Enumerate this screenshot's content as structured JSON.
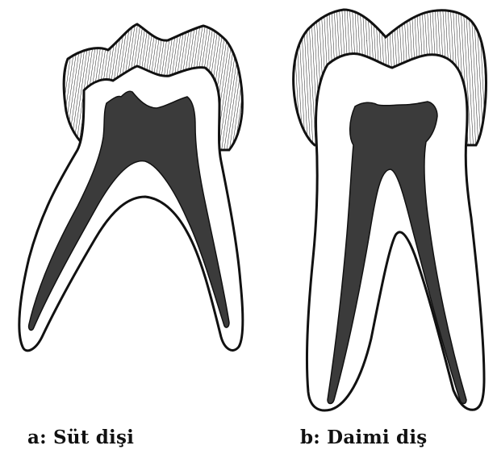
{
  "colors": {
    "background": "#ffffff",
    "outline": "#111111",
    "pulp": "#3b3b3b",
    "enamel_hatch": "#222222",
    "dentin": "#ffffff"
  },
  "figures": [
    {
      "id": "a",
      "caption": "a: Süt dişi"
    },
    {
      "id": "b",
      "caption": "b: Daimi diş"
    }
  ]
}
